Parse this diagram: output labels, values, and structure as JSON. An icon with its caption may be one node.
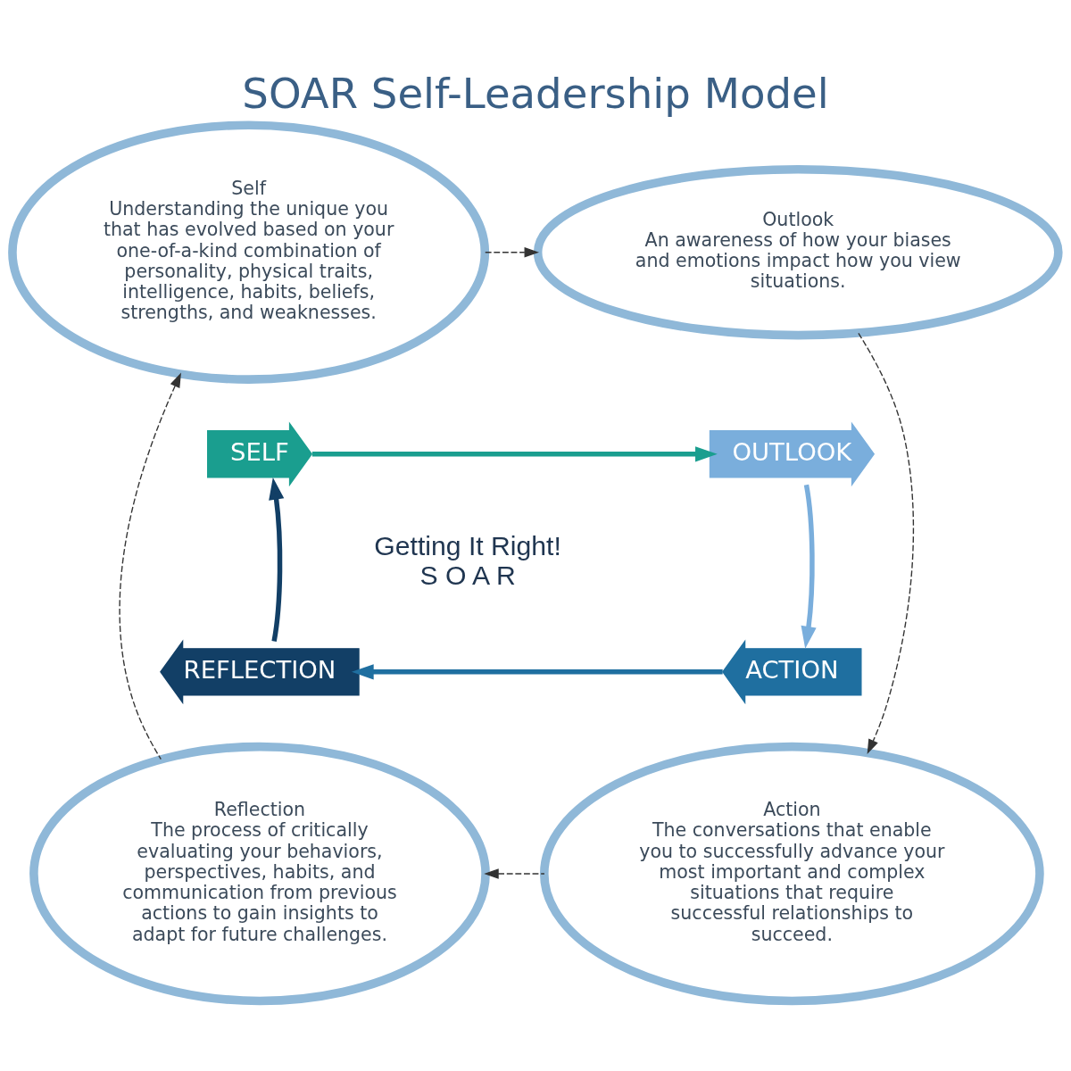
{
  "diagram": {
    "title": "SOAR Self-Leadership Model",
    "nodes": [
      {
        "text": [
          "Self",
          "Understanding the unique you that has evolved based on your one-of-a-kind combination of personality, physical traits, intelligence, habits, beliefs, strengths, and weaknesses."
        ]
      },
      {
        "text": [
          "Outlook",
          "An awareness of how your biases and emotions impact how you view situations."
        ]
      },
      {
        "text": [
          "Reflection",
          "The process of critically evaluating your behaviors, perspectives, habits, and communication from previous actions to gain insights to adapt for future challenges."
        ]
      },
      {
        "text": [
          "Action",
          "The conversations that enable you to successfully advance your most important and complex situations that require successful relationships to succeed."
        ]
      },
      {
        "text": [
          "SELF"
        ]
      },
      {
        "text": [
          "OUTLOOK"
        ]
      },
      {
        "text": [
          "REFLECTION"
        ]
      },
      {
        "text": [
          "ACTION"
        ]
      }
    ],
    "edges": [
      {
        "from": 0,
        "to": 1,
        "arrow": "to",
        "style": "dashed"
      },
      {
        "from": 1,
        "to": 3,
        "arrow": "to",
        "style": "dashed"
      },
      {
        "from": 3,
        "to": 2,
        "arrow": "to",
        "style": "dashed"
      },
      {
        "from": 2,
        "to": 0,
        "arrow": "to",
        "style": "dashed"
      },
      {
        "from": 4,
        "to": 5,
        "arrow": "to",
        "style": "thick",
        "color": "#1a9e8f"
      },
      {
        "from": 5,
        "to": 7,
        "arrow": "to",
        "style": "thick",
        "color": "#7aaedc"
      },
      {
        "from": 7,
        "to": 6,
        "arrow": "to",
        "style": "thick",
        "color": "#1f6fa0"
      },
      {
        "from": 6,
        "to": 4,
        "arrow": "to",
        "style": "thick",
        "color": "#123f66"
      }
    ],
    "labels": [
      "Getting It Right!",
      "S O A R"
    ]
  }
}
